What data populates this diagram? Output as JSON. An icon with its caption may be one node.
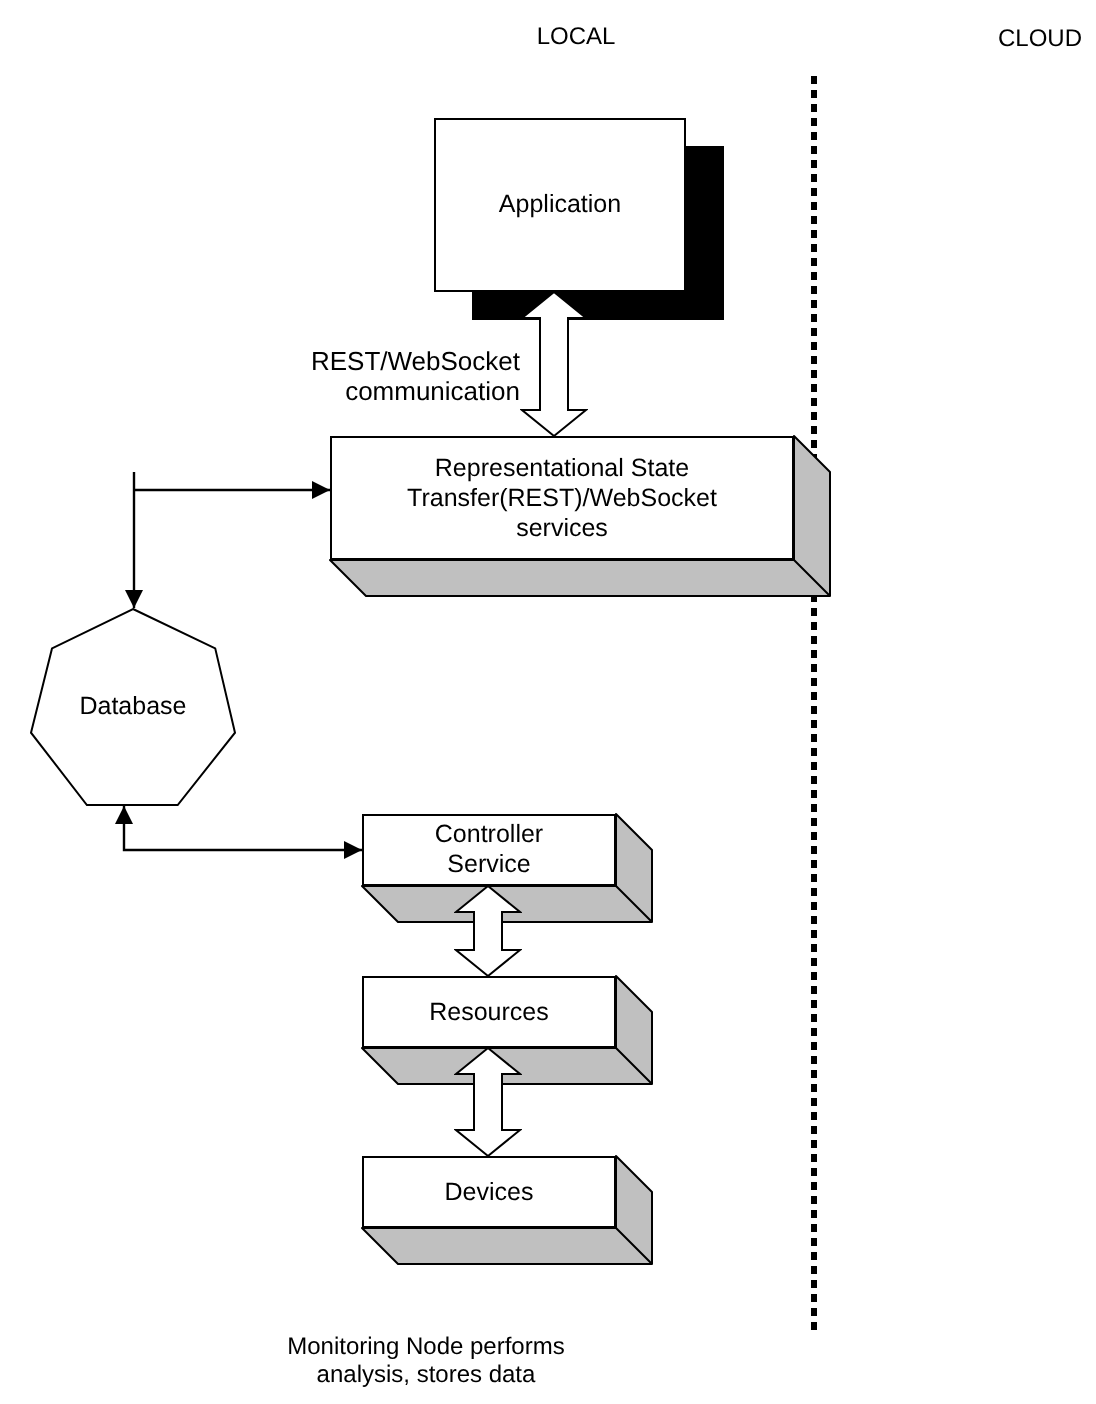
{
  "diagram": {
    "nodes": [
      {
        "text": [
          "Application"
        ]
      },
      {
        "text": [
          "Representational State Transfer(REST)/WebSocket services"
        ]
      },
      {
        "text": [
          "Database"
        ]
      },
      {
        "text": [
          "Controller Service"
        ]
      },
      {
        "text": [
          "Resources"
        ]
      },
      {
        "text": [
          "Devices"
        ]
      }
    ],
    "edges": [
      {
        "from": null,
        "to": 2,
        "arrow": "to"
      },
      {
        "from": null,
        "to": 1,
        "arrow": "to"
      },
      {
        "from": 0,
        "to": 1,
        "arrow": "both",
        "style": "thick",
        "label": "REST/WebSocket communication"
      },
      {
        "from": 2,
        "to": 3,
        "arrow": "both"
      },
      {
        "from": 3,
        "to": 4,
        "arrow": "both",
        "style": "thick"
      },
      {
        "from": 4,
        "to": 5,
        "arrow": "both",
        "style": "thick"
      }
    ],
    "labels": [
      "LOCAL",
      "CLOUD",
      "Monitoring Node performs analysis, stores data"
    ]
  }
}
